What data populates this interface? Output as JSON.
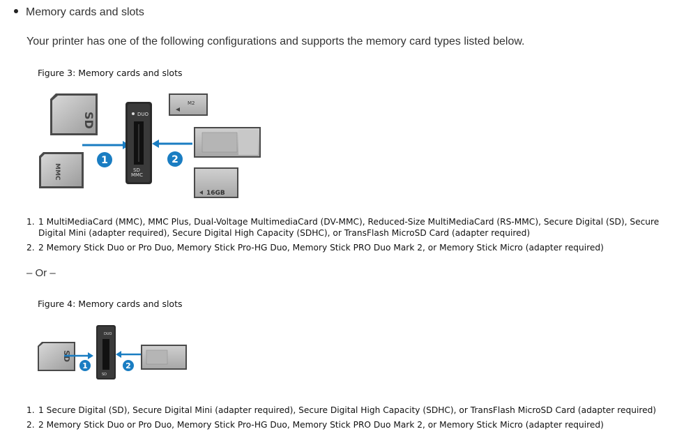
{
  "section": {
    "bullet_title": "Memory cards and slots",
    "intro": "Your printer has one of the following configurations and supports the memory card types listed below."
  },
  "figure3": {
    "caption": "Figure 3: Memory cards and slots",
    "labels": {
      "sd_logo": "SD",
      "mmc_card": "MMC",
      "duo": "DUO",
      "slot_sd": "SD",
      "slot_mmc": "MMC",
      "m2": "M2",
      "capacity": "16GB",
      "callout_1": "1",
      "callout_2": "2"
    },
    "items": [
      {
        "num": "1.",
        "text": "1 MultiMediaCard (MMC), MMC Plus, Dual-Voltage MultimediaCard (DV-MMC), Reduced-Size MultiMediaCard (RS-MMC), Secure Digital (SD), Secure Digital Mini (adapter required), Secure Digital High Capacity (SDHC), or TransFlash MicroSD Card (adapter required)"
      },
      {
        "num": "2.",
        "text": "2 Memory Stick Duo or Pro Duo, Memory Stick Pro-HG Duo, Memory Stick PRO Duo Mark 2, or Memory Stick Micro (adapter required)"
      }
    ]
  },
  "separator": "– Or –",
  "figure4": {
    "caption": "Figure 4: Memory cards and slots",
    "labels": {
      "sd_logo": "SD",
      "duo": "DUO",
      "slot_sd": "SD",
      "callout_1": "1",
      "callout_2": "2"
    },
    "items": [
      {
        "num": "1.",
        "text": "1 Secure Digital (SD), Secure Digital Mini (adapter required), Secure Digital High Capacity (SDHC), or TransFlash MicroSD Card (adapter required)"
      },
      {
        "num": "2.",
        "text": "2 Memory Stick Duo or Pro Duo, Memory Stick Pro-HG Duo, Memory Stick PRO Duo Mark 2, or Memory Stick Micro (adapter required)"
      }
    ]
  },
  "colors": {
    "callout_blue": "#1a7dc2",
    "card_gray": "#bdbdbd",
    "slot_dark": "#2a2a2a"
  }
}
